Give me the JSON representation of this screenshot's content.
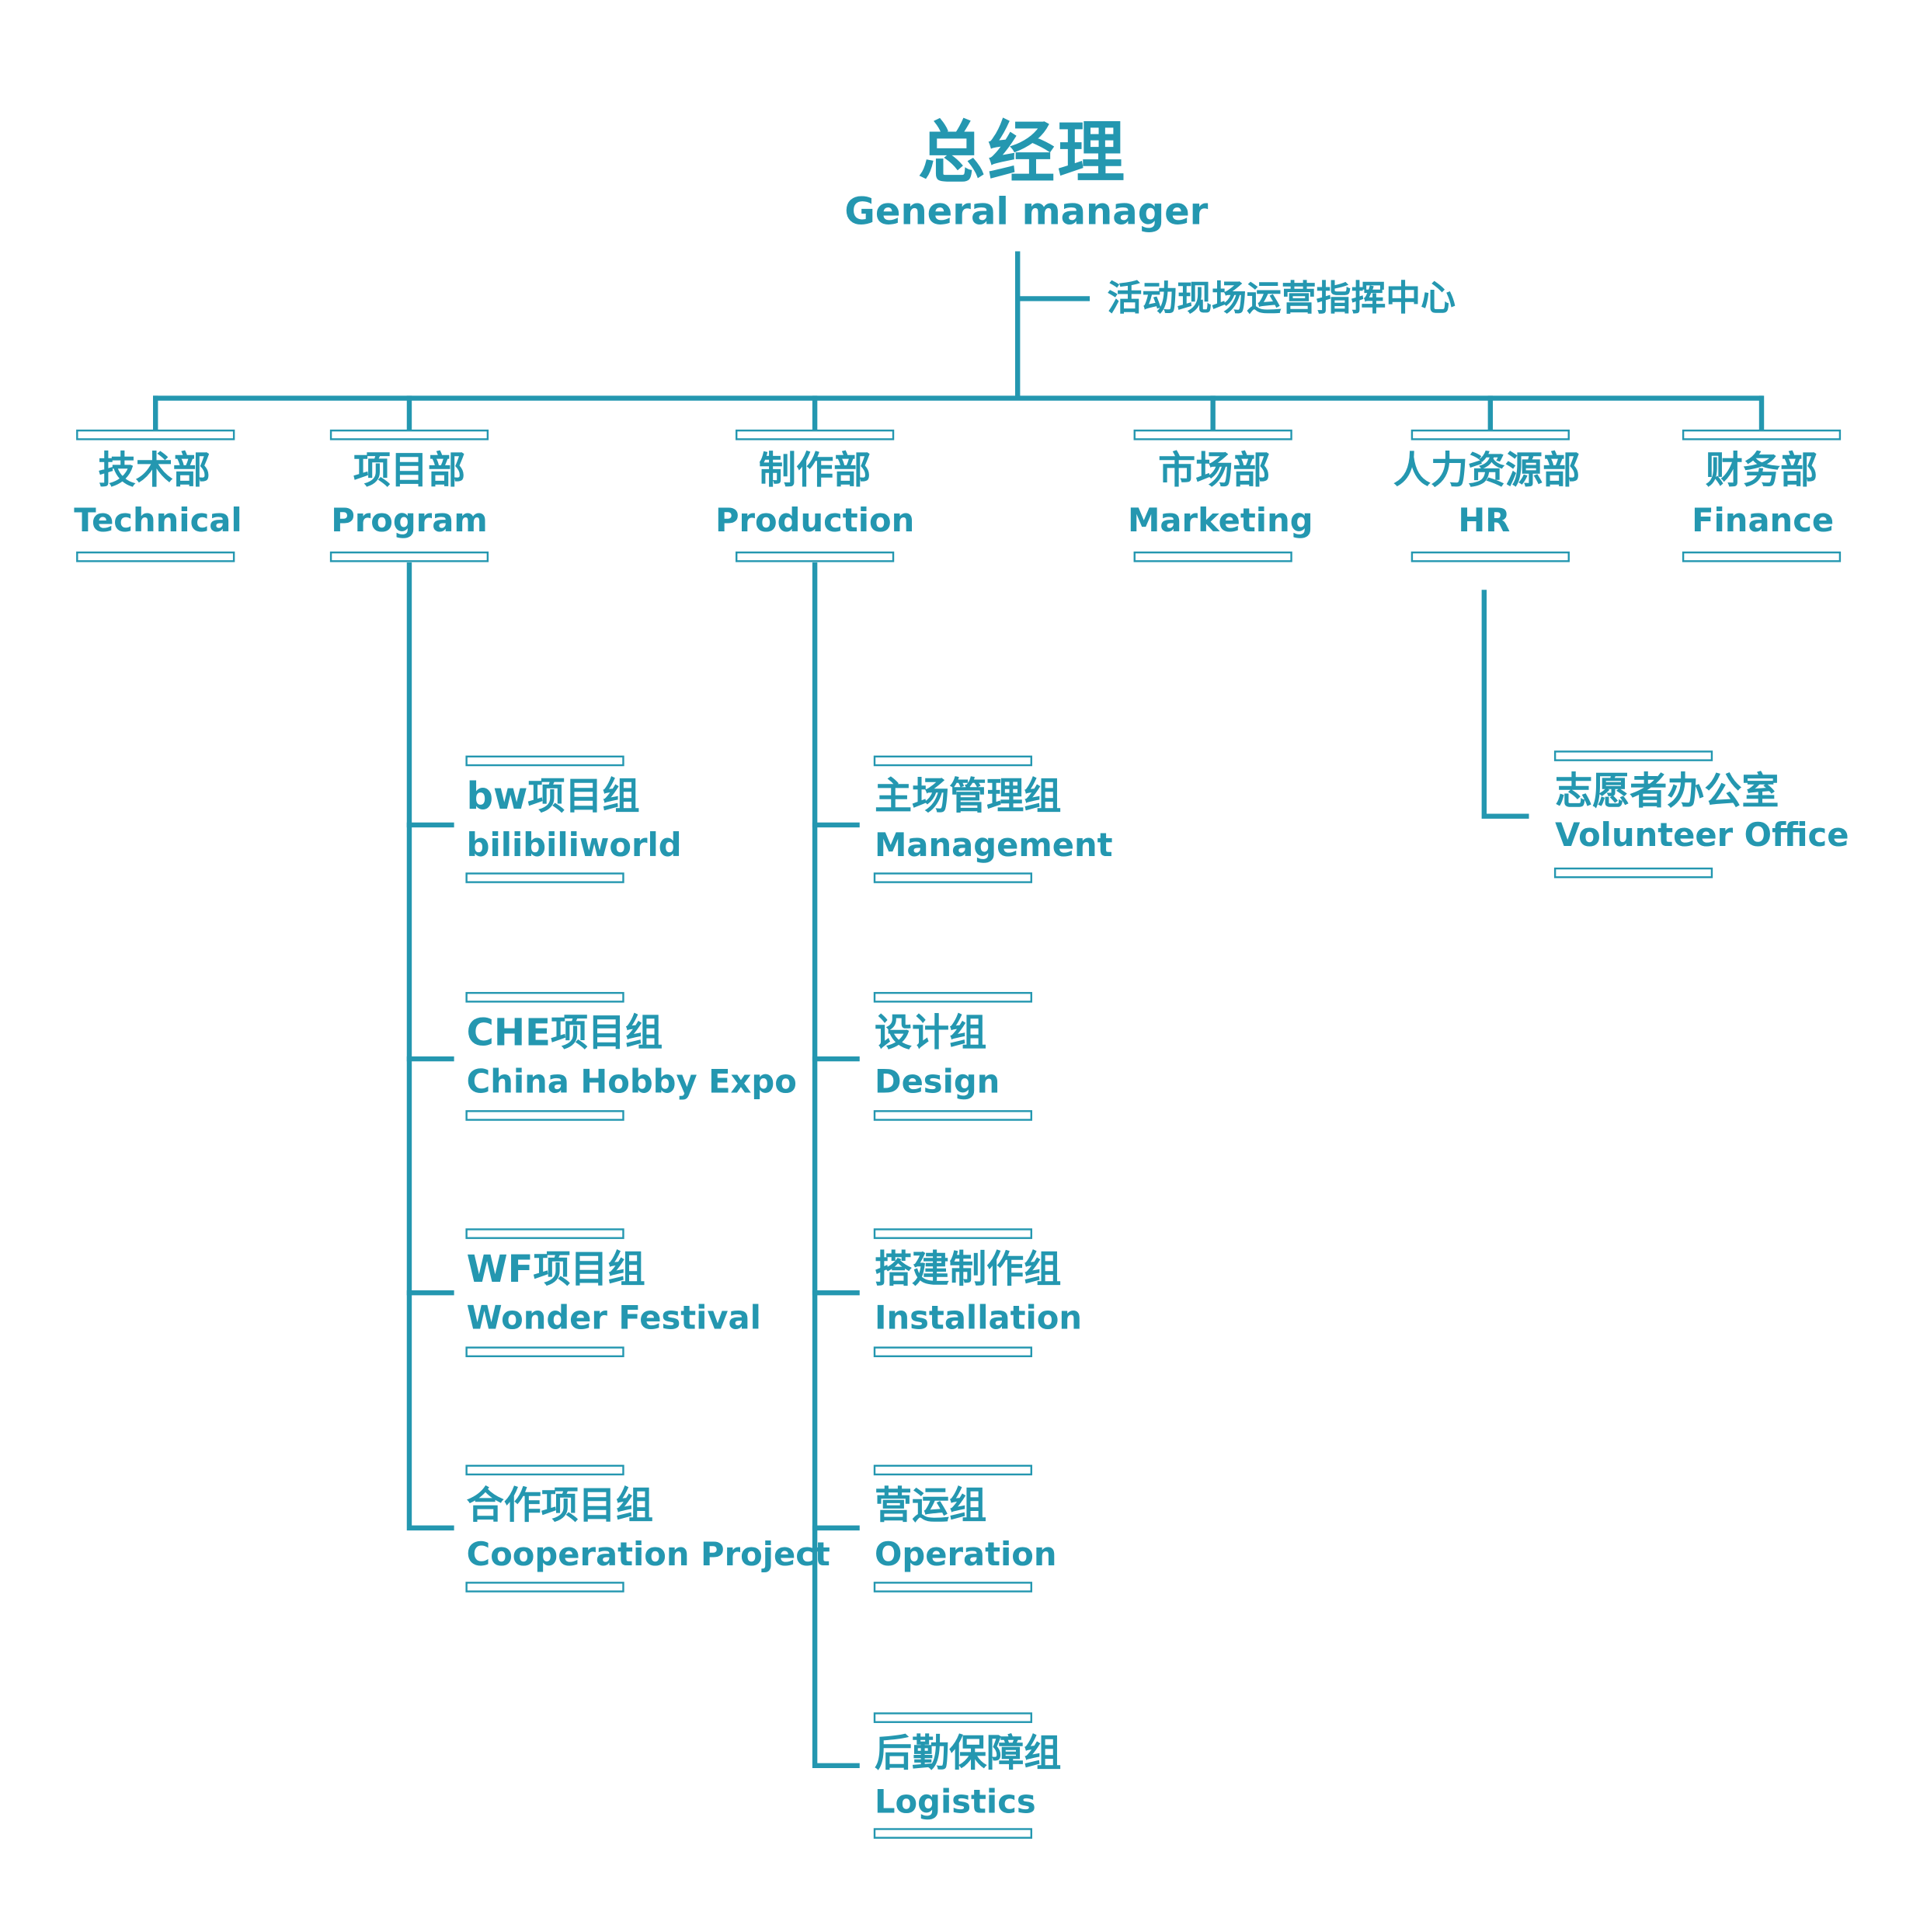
{
  "colors": {
    "line": "#2497b0",
    "text": "#2497b0",
    "bar_fill": "#ffffff"
  },
  "root": {
    "cn": "总经理",
    "en": "General manager"
  },
  "command_center": {
    "cn": "活动现场运营指挥中心"
  },
  "departments": [
    {
      "cn": "技术部",
      "en": "Technical"
    },
    {
      "cn": "项目部",
      "en": "Program"
    },
    {
      "cn": "制作部",
      "en": "Production"
    },
    {
      "cn": "市场部",
      "en": "Marketing"
    },
    {
      "cn": "人力资源部",
      "en": "HR"
    },
    {
      "cn": "财务部",
      "en": "Finance"
    }
  ],
  "program_groups": [
    {
      "cn": "bw项目组",
      "en": "bilibiliworld"
    },
    {
      "cn": "CHE项目组",
      "en": "China Hobby Expo"
    },
    {
      "cn": "WF项目组",
      "en": "Wonder Festival"
    },
    {
      "cn": "合作项目组",
      "en": "Cooperation Project"
    }
  ],
  "production_groups": [
    {
      "cn": "主场管理组",
      "en": "Management"
    },
    {
      "cn": "设计组",
      "en": "Design"
    },
    {
      "cn": "搭建制作组",
      "en": "Installation"
    },
    {
      "cn": "营运组",
      "en": "Operation"
    },
    {
      "cn": "后勤保障组",
      "en": "Logistics"
    }
  ],
  "hr_groups": [
    {
      "cn": "志愿者办公室",
      "en": "Volunteer Office"
    }
  ]
}
